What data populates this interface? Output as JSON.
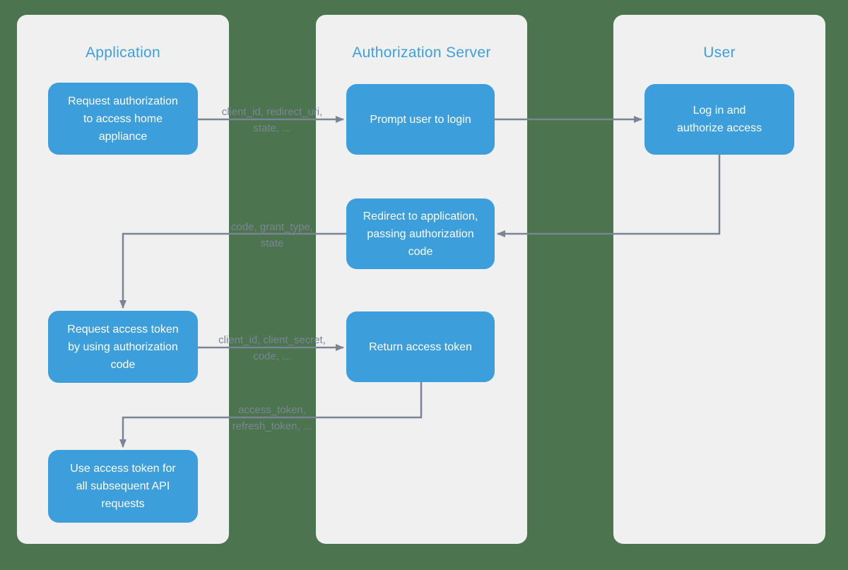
{
  "columns": [
    {
      "title": "Application"
    },
    {
      "title": "Authorization Server"
    },
    {
      "title": "User"
    }
  ],
  "boxes": [
    {
      "text": "Request authorization\nto access home\nappliance"
    },
    {
      "text": "Prompt user to login"
    },
    {
      "text": "Log in and\nauthorize access"
    },
    {
      "text": "Redirect to application,\npassing authorization\ncode"
    },
    {
      "text": "Request access token\nby using authorization\ncode"
    },
    {
      "text": "Return access token"
    },
    {
      "text": "Use access token for\nall subsequent API\nrequests"
    }
  ],
  "edge_labels": [
    {
      "text": "client_id, redirect_uri,\nstate, ..."
    },
    {
      "text": "code, grant_type,\nstate"
    },
    {
      "text": "client_id, client_secret,\ncode, ..."
    },
    {
      "text": "access_token,\nrefresh_token, ..."
    }
  ],
  "colors": {
    "background": "#4b744f",
    "panel": "#f0f0f0",
    "box_fill": "#3d9edc",
    "heading_text": "#3e9fdf",
    "box_text": "#ffffff",
    "connector": "#7b8494",
    "edge_label_text": "#7c8695"
  }
}
